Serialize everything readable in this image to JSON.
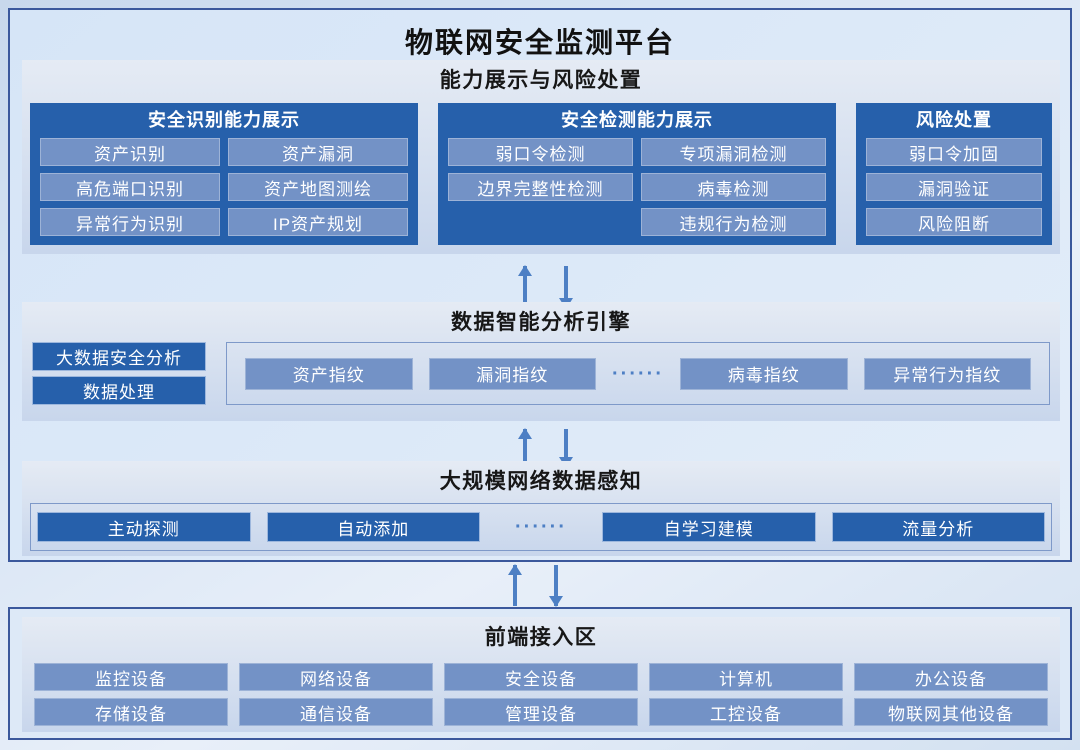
{
  "title": "物联网安全监测平台",
  "capability": {
    "header": "能力展示与风险处置",
    "identify": {
      "title": "安全识别能力展示",
      "items": [
        "资产识别",
        "资产漏洞",
        "高危端口识别",
        "资产地图测绘",
        "异常行为识别",
        "IP资产规划"
      ]
    },
    "detect": {
      "title": "安全检测能力展示",
      "items": [
        "弱口令检测",
        "专项漏洞检测",
        "边界完整性检测",
        "病毒检测",
        "违规行为检测"
      ]
    },
    "disposal": {
      "title": "风险处置",
      "items": [
        "弱口令加固",
        "漏洞验证",
        "风险阻断"
      ]
    }
  },
  "engine": {
    "header": "数据智能分析引擎",
    "side_items": [
      "大数据安全分析",
      "数据处理"
    ],
    "fingerprints": [
      "资产指纹",
      "漏洞指纹",
      "病毒指纹",
      "异常行为指纹"
    ],
    "dots": "······"
  },
  "perception": {
    "header": "大规模网络数据感知",
    "items": [
      "主动探测",
      "自动添加",
      "自学习建模",
      "流量分析"
    ],
    "dots": "······"
  },
  "frontend": {
    "header": "前端接入区",
    "row1": [
      "监控设备",
      "网络设备",
      "安全设备",
      "计算机",
      "办公设备"
    ],
    "row2": [
      "存储设备",
      "通信设备",
      "管理设备",
      "工控设备",
      "物联网其他设备"
    ]
  },
  "colors": {
    "dark_blue": "#2660ab",
    "medium_blue": "#7392c6",
    "arrow_blue": "#4d7fc4",
    "border_navy": "#3b589c",
    "panel_light_top": "#e5ebf4",
    "panel_light_bottom": "#c8d6ec"
  }
}
